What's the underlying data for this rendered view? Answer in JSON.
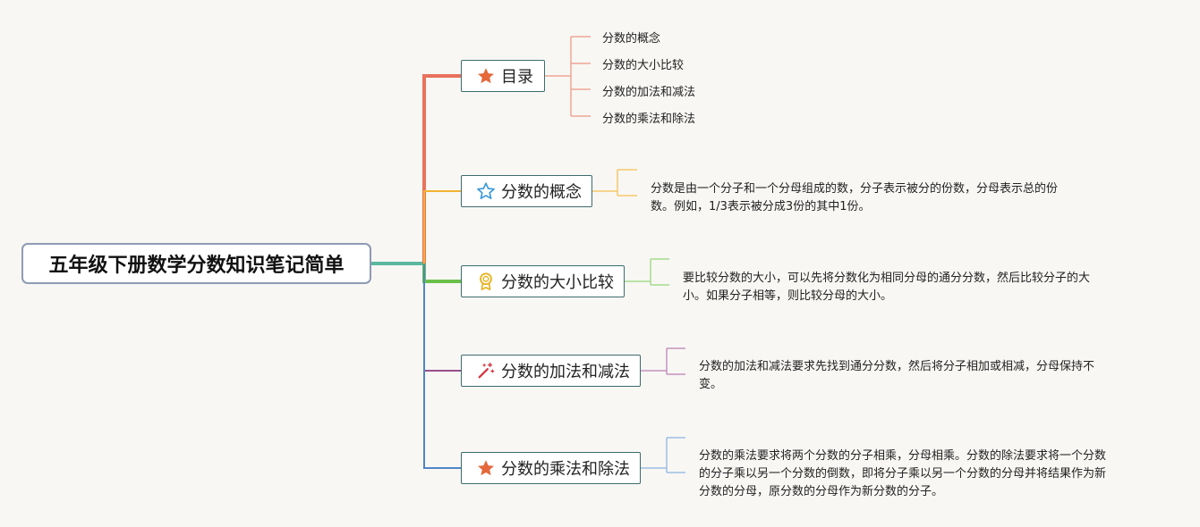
{
  "root": {
    "title": "五年级下册数学分数知识笔记简单"
  },
  "branches": [
    {
      "label": "目录",
      "icon": "star-filled-icon",
      "color": "#e8725c"
    },
    {
      "label": "分数的概念",
      "icon": "star-outline-icon",
      "color": "#f2b233"
    },
    {
      "label": "分数的大小比较",
      "icon": "award-badge-icon",
      "color": "#6cc04a"
    },
    {
      "label": "分数的加法和减法",
      "icon": "magic-wand-icon",
      "color": "#9a4e8c"
    },
    {
      "label": "分数的乘法和除法",
      "icon": "star-filled-icon",
      "color": "#4f86c6"
    }
  ],
  "toc_items": [
    "分数的概念",
    "分数的大小比较",
    "分数的加法和减法",
    "分数的乘法和除法"
  ],
  "notes": {
    "concept": {
      "line1": "分数是由一个分子和一个分母组成的数，分子表示被分的份数，分母表示总的份",
      "line2": "数。例如，1/3表示被分成3份的其中1份。"
    },
    "compare": {
      "line1": "要比较分数的大小，可以先将分数化为相同分母的通分分数，然后比较分子的大",
      "line2": "小。如果分子相等，则比较分母的大小。"
    },
    "addsub": {
      "line1": "分数的加法和减法要求先找到通分分数，然后将分子相加或相减，分母保持不",
      "line2": "变。"
    },
    "muldiv": {
      "line1": "分数的乘法要求将两个分数的分子相乘，分母相乘。分数的除法要求将一个分数",
      "line2": "的分子乘以另一个分数的倒数，即将分子乘以另一个分数的分母并将结果作为新",
      "line3": "分数的分母，原分数的分母作为新分数的分子。"
    }
  }
}
